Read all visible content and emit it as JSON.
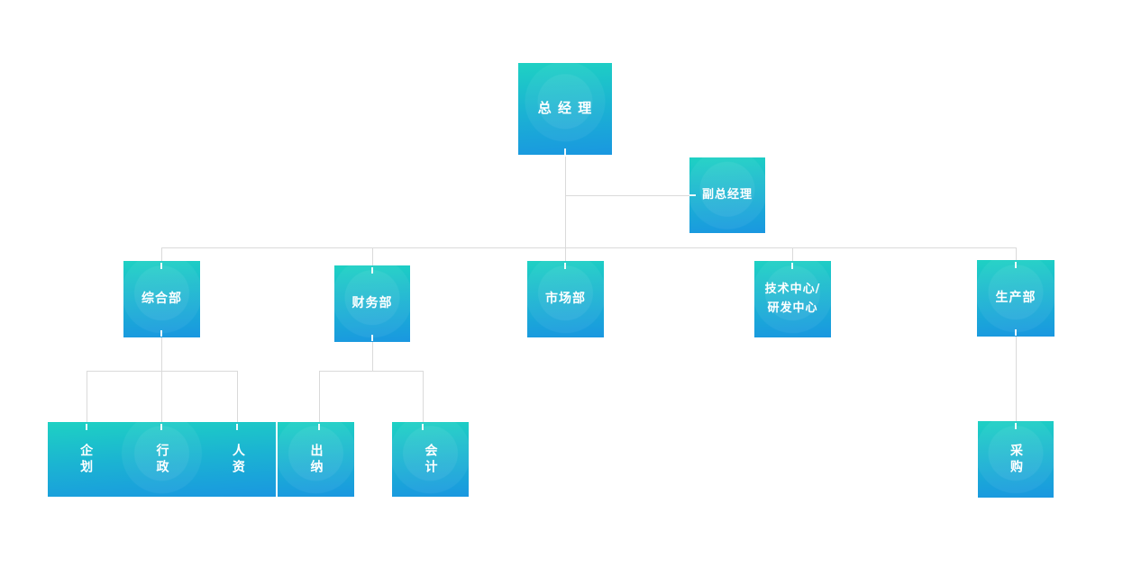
{
  "palette": {
    "box_gradient_top": "#1ed1c3",
    "box_gradient_bottom": "#1a97e0",
    "connector_line": "#dadada",
    "entry_stub": "#ffffff",
    "label_text": "#ffffff",
    "background": "#ffffff"
  },
  "nodes": {
    "general_manager": {
      "label": "总 经 理"
    },
    "deputy_general_manager": {
      "label": "副总经理"
    },
    "general_dept": {
      "label": "综合部"
    },
    "finance_dept": {
      "label": "财务部"
    },
    "marketing_dept": {
      "label": "市场部"
    },
    "tech_rd_center": {
      "label": "技术中心/\n研发中心"
    },
    "production_dept": {
      "label": "生产部"
    },
    "planning": {
      "label": "企划"
    },
    "administration": {
      "label": "行政"
    },
    "human_resources": {
      "label": "人资"
    },
    "cashier": {
      "label": "出纳"
    },
    "accounting": {
      "label": "会计"
    },
    "purchasing": {
      "label": "采购"
    }
  },
  "hierarchy_note": {
    "root": "总 经 理",
    "assistant_branch": "副总经理",
    "level2": [
      "综合部",
      "财务部",
      "市场部",
      "技术中心/研发中心",
      "生产部"
    ],
    "children_of_general_dept": [
      "企划",
      "行政",
      "人资"
    ],
    "children_of_finance_dept": [
      "出纳",
      "会计"
    ],
    "children_of_production_dept": [
      "采购"
    ]
  }
}
